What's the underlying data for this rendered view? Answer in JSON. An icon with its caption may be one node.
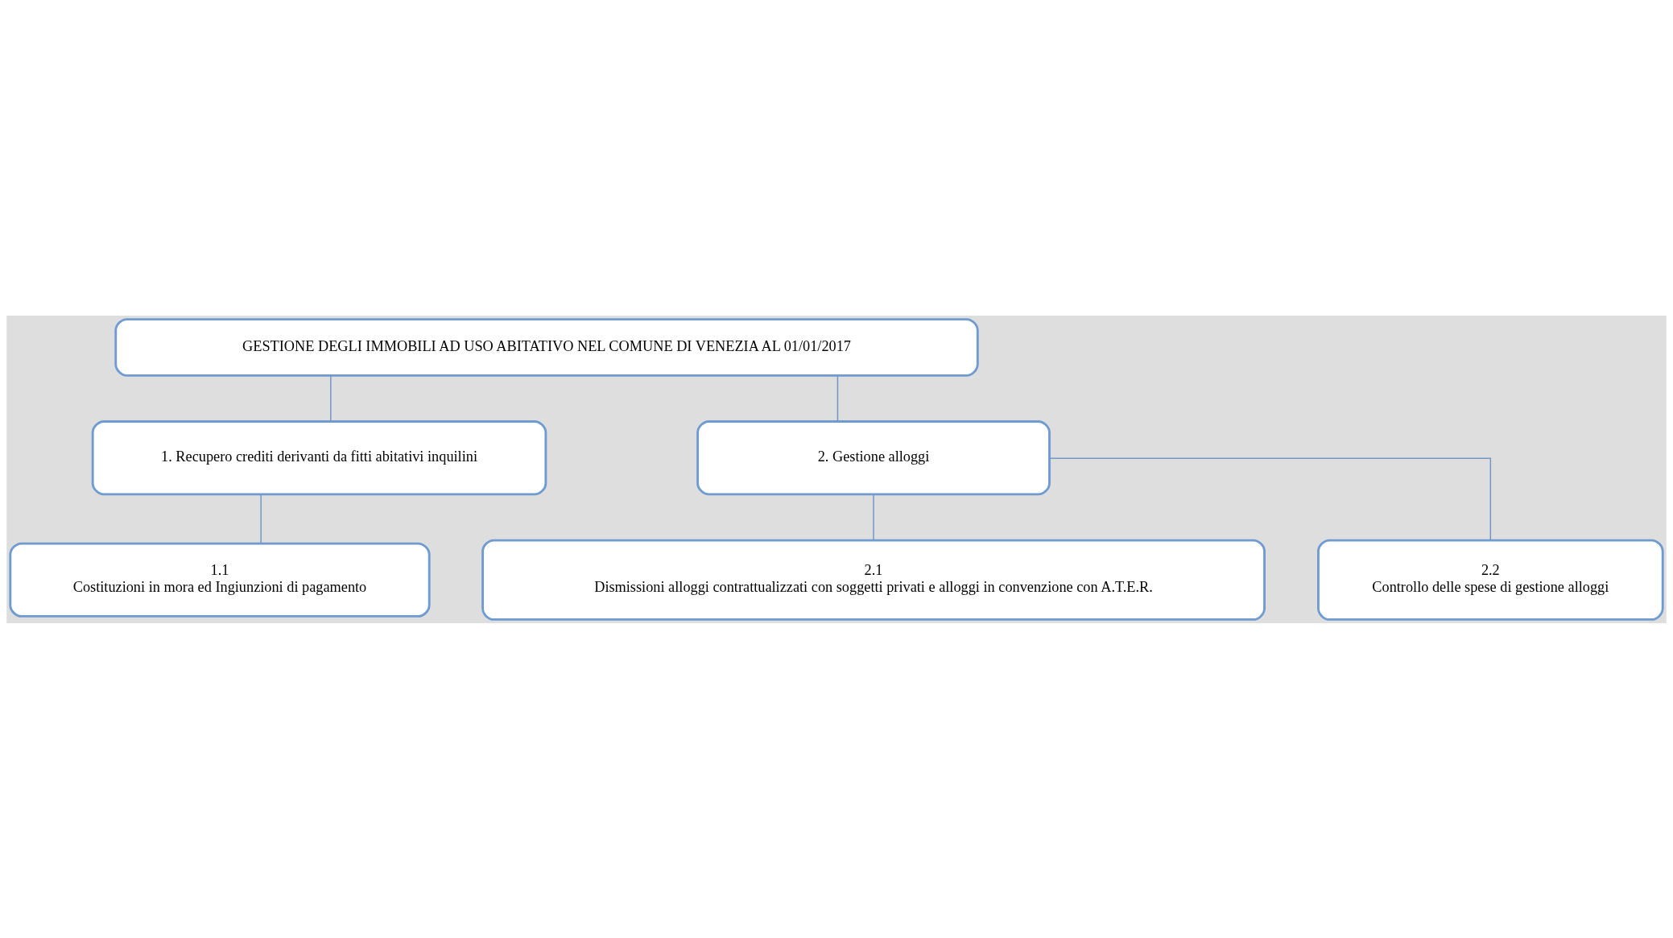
{
  "diagram": {
    "nodes": [
      {
        "text": [
          "GESTIONE DEGLI IMMOBILI AD USO ABITATIVO NEL COMUNE DI VENEZIA AL 01/01/2017"
        ]
      },
      {
        "text": [
          "1. Recupero crediti derivanti da fitti abitativi inquilini"
        ]
      },
      {
        "text": [
          "1.1",
          "Costituzioni in mora ed Ingiunzioni di pagamento"
        ]
      },
      {
        "text": [
          "2. Gestione alloggi"
        ]
      },
      {
        "text": [
          "2.1",
          "Dismissioni alloggi contrattualizzati con soggetti privati e alloggi in convenzione con A.T.E.R."
        ]
      },
      {
        "text": [
          "2.2",
          "Controllo delle spese di gestione alloggi"
        ]
      }
    ],
    "edges": [
      {
        "from": 0,
        "to": 1,
        "arrow": "none"
      },
      {
        "from": 0,
        "to": 3,
        "arrow": "none"
      },
      {
        "from": 1,
        "to": 2,
        "arrow": "none"
      },
      {
        "from": 3,
        "to": 4,
        "arrow": "none"
      },
      {
        "from": 3,
        "to": 5,
        "arrow": "none"
      }
    ]
  }
}
